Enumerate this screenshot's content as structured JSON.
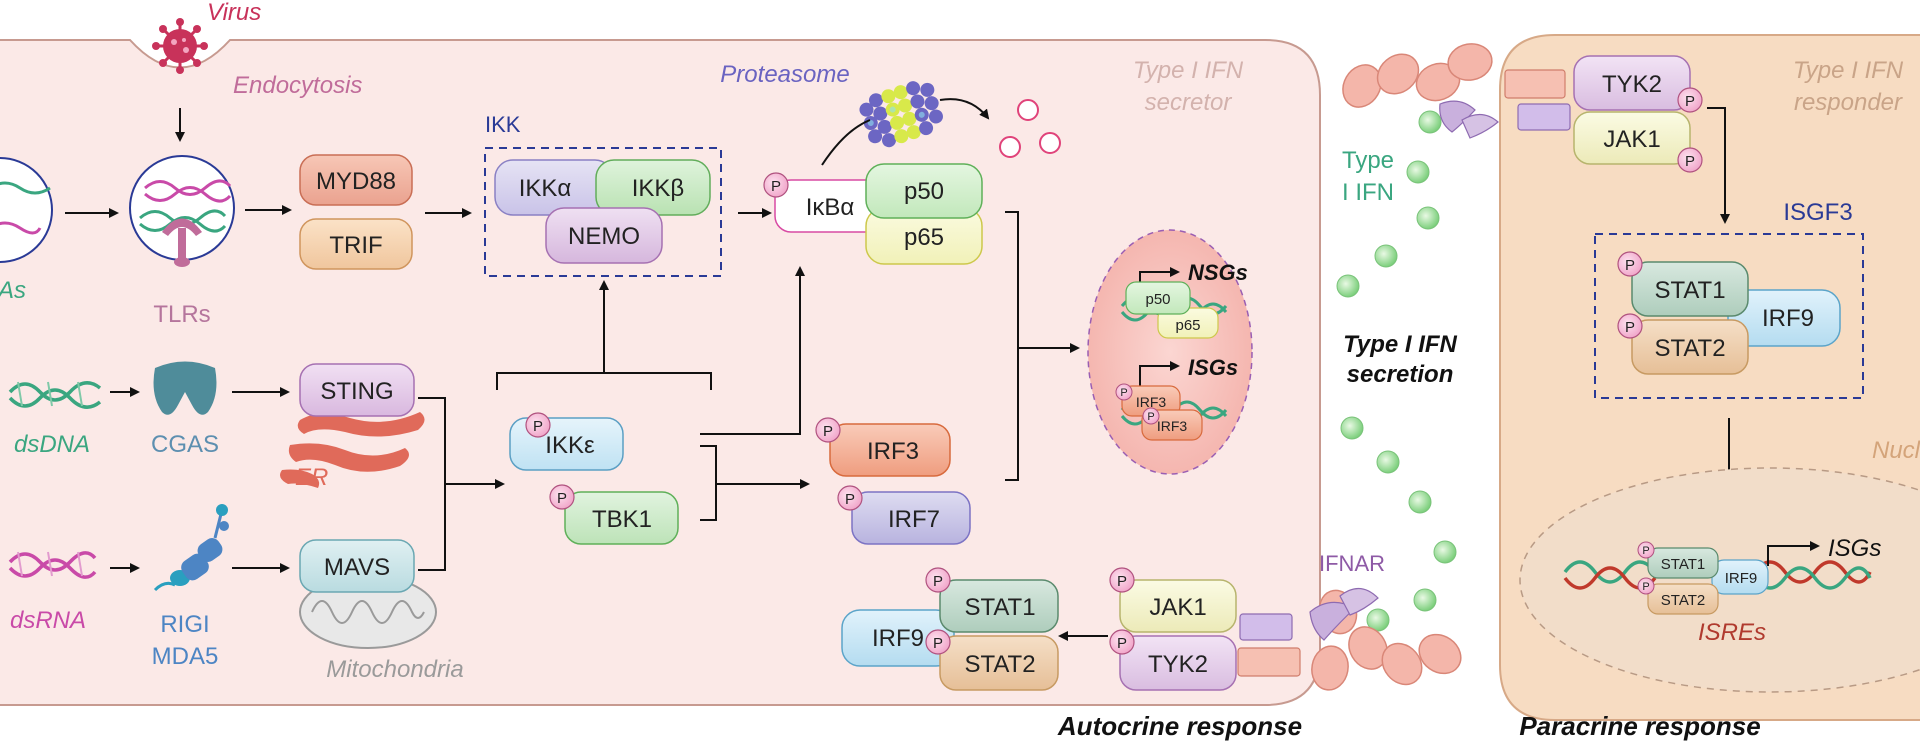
{
  "cell_labels": {
    "secretor": [
      "Type I IFN",
      "secretor"
    ],
    "responder": [
      "Type I IFN",
      "responder"
    ]
  },
  "virus": {
    "label": "Virus",
    "endocytosis": "Endocytosis"
  },
  "sensors": {
    "tlr_ligand_partial": "As",
    "tlrs": "TLRs",
    "dsdna": "dsDNA",
    "cgas": "CGAS",
    "er": "ER",
    "dsrna": "dsRNA",
    "rigi": "RIGI",
    "mda5": "MDA5",
    "mitochondria": "Mitochondria"
  },
  "adaptors": {
    "myd88": "MYD88",
    "trif": "TRIF",
    "sting": "STING",
    "mavs": "MAVS"
  },
  "ikk": {
    "title": "IKK",
    "alpha": "IKKα",
    "beta": "IKKβ",
    "nemo": "NEMO"
  },
  "proteasome": "Proteasome",
  "nfkb": {
    "ikba": "IκBα",
    "p50": "p50",
    "p65": "p65"
  },
  "kinases": {
    "ikke": "IKKε",
    "tbk1": "TBK1"
  },
  "irfs": {
    "irf3": "IRF3",
    "irf7": "IRF7"
  },
  "phospho": "P",
  "nucleus_secretor": {
    "nsgs": "NSGs",
    "isgs": "ISGs",
    "p50": "p50",
    "p65": "p65",
    "irf3a": "IRF3",
    "irf3b": "IRF3"
  },
  "secretion": {
    "type1ifn": [
      "Type",
      "I IFN"
    ],
    "label": [
      "Type I IFN",
      "secretion"
    ]
  },
  "receptor": {
    "ifnar": "IFNAR"
  },
  "autocrine": {
    "jak1": "JAK1",
    "tyk2": "TYK2",
    "stat1": "STAT1",
    "stat2": "STAT2",
    "irf9": "IRF9",
    "label": "Autocrine response"
  },
  "paracrine": {
    "tyk2": "TYK2",
    "jak1": "JAK1",
    "isgf3": "ISGF3",
    "stat1": "STAT1",
    "stat2": "STAT2",
    "irf9": "IRF9",
    "nucleus_label": "Nucle",
    "dna_stat1": "STAT1",
    "dna_stat2": "STAT2",
    "dna_irf9": "IRF9",
    "isgs": "ISGs",
    "isres": "ISREs",
    "label": "Paracrine response"
  },
  "colors": {
    "secretor_bg": "#fbe9e7",
    "responder_bg": "#f7dcc2",
    "green_dna": "#3aa680",
    "magenta_dna": "#c94aa8",
    "virus": "#c8325a",
    "ikk_box": "#2a3a96",
    "ifn_ball": "#8fd68f"
  }
}
